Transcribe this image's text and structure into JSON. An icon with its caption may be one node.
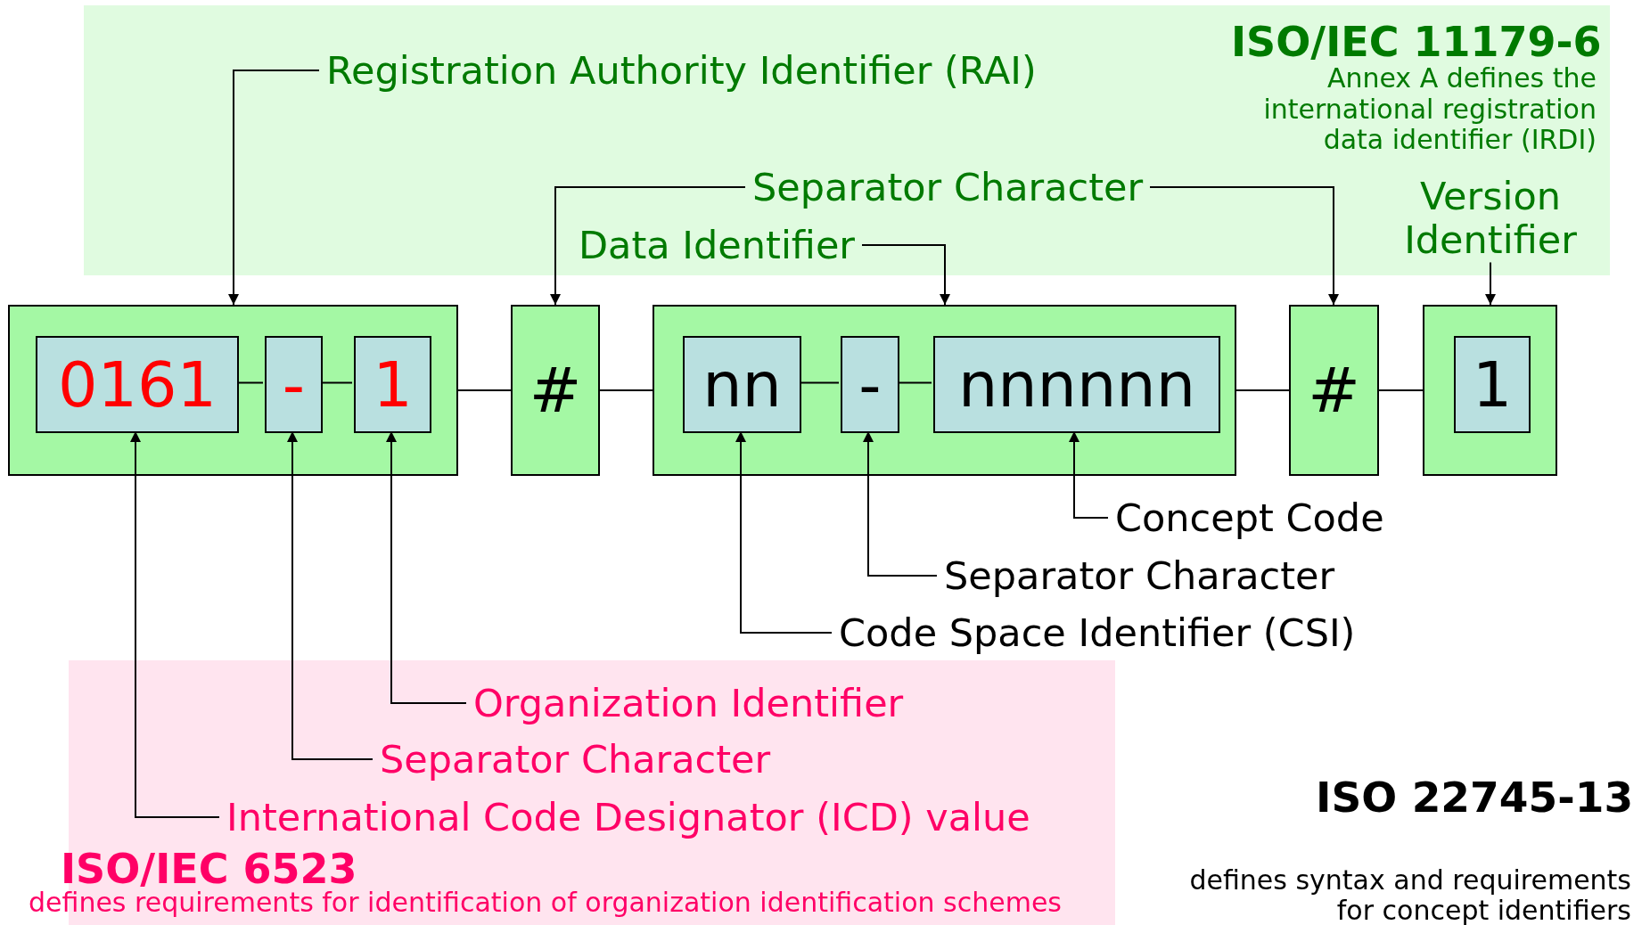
{
  "diagram": {
    "nodes": [
      {
        "text": [
          "ISO/IEC 11179-6",
          "Annex A defines the international registration data identifier (IRDI)"
        ]
      },
      {
        "text": [
          "Registration Authority Identifier (RAI)"
        ],
        "in": 0
      },
      {
        "text": [
          "Separator Character"
        ],
        "in": 0
      },
      {
        "text": [
          "Data Identifier"
        ],
        "in": 0
      },
      {
        "text": [
          "Version Identifier"
        ],
        "in": 0
      },
      {
        "text": [],
        "shape": "box"
      },
      {
        "text": [
          "0161"
        ],
        "in": 5
      },
      {
        "text": [
          "-"
        ],
        "in": 5
      },
      {
        "text": [
          "1"
        ],
        "in": 5
      },
      {
        "text": [
          "#"
        ]
      },
      {
        "text": [],
        "shape": "box"
      },
      {
        "text": [
          "nn"
        ],
        "in": 10
      },
      {
        "text": [
          "-"
        ],
        "in": 10
      },
      {
        "text": [
          "nnnnnn"
        ],
        "in": 10
      },
      {
        "text": [
          "#"
        ]
      },
      {
        "text": [],
        "shape": "box"
      },
      {
        "text": [
          "1"
        ],
        "in": 15
      },
      {
        "text": [
          "Concept Code"
        ]
      },
      {
        "text": [
          "Separator Character"
        ]
      },
      {
        "text": [
          "Code Space Identifier (CSI)"
        ]
      },
      {
        "text": [
          "ISO/IEC 6523",
          "defines requirements for identification of organization identification schemes"
        ]
      },
      {
        "text": [
          "Organization Identifier"
        ],
        "in": 20
      },
      {
        "text": [
          "Separator Character"
        ],
        "in": 20
      },
      {
        "text": [
          "International Code Designator (ICD) value"
        ],
        "in": 20
      }
    ],
    "edges": [
      {
        "from": 1,
        "to": 5,
        "arrow": "to"
      },
      {
        "from": 2,
        "to": 9,
        "arrow": "to"
      },
      {
        "from": 2,
        "to": 14,
        "arrow": "to"
      },
      {
        "from": 3,
        "to": 10,
        "arrow": "to"
      },
      {
        "from": 4,
        "to": 15,
        "arrow": "to"
      },
      {
        "from": 6,
        "to": 7,
        "arrow": "none"
      },
      {
        "from": 7,
        "to": 8,
        "arrow": "none"
      },
      {
        "from": 5,
        "to": 9,
        "arrow": "none"
      },
      {
        "from": 9,
        "to": 10,
        "arrow": "none"
      },
      {
        "from": 11,
        "to": 12,
        "arrow": "none"
      },
      {
        "from": 12,
        "to": 13,
        "arrow": "none"
      },
      {
        "from": 10,
        "to": 14,
        "arrow": "none"
      },
      {
        "from": 14,
        "to": 15,
        "arrow": "none"
      },
      {
        "from": 17,
        "to": 13,
        "arrow": "to"
      },
      {
        "from": 18,
        "to": 12,
        "arrow": "to"
      },
      {
        "from": 19,
        "to": 11,
        "arrow": "to"
      },
      {
        "from": 21,
        "to": 8,
        "arrow": "to"
      },
      {
        "from": 22,
        "to": 7,
        "arrow": "to"
      },
      {
        "from": 23,
        "to": 6,
        "arrow": "to"
      }
    ],
    "labels": [
      "ISO 22745-13",
      "defines syntax and requirements for concept identifiers"
    ]
  }
}
